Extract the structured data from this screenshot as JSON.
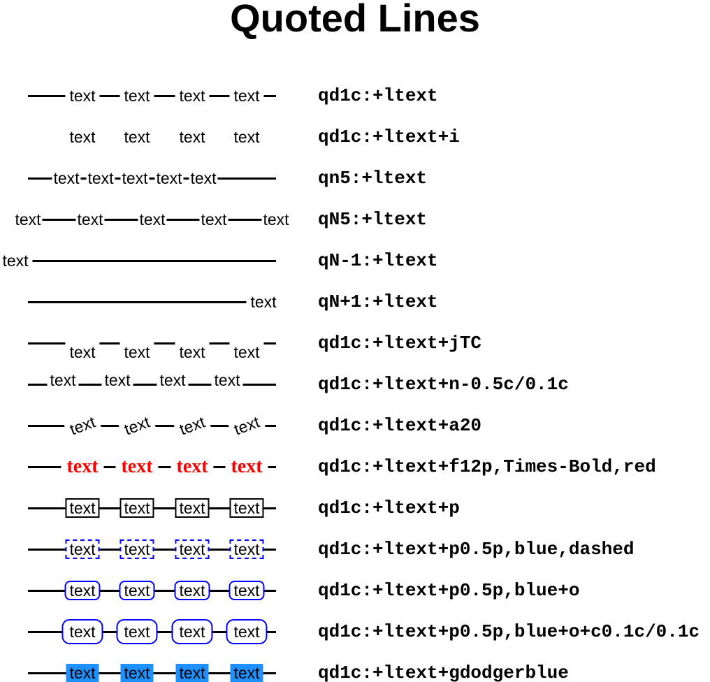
{
  "title": "Quoted Lines",
  "colors": {
    "line": "#000000",
    "red": "#ff0000",
    "blue": "#0000ff",
    "dodgerblue": "#1e90ff"
  },
  "rows": [
    {
      "code": "qd1c:+ltext",
      "text": "text",
      "variant": "plain",
      "line": [
        40,
        395
      ],
      "centers": [
        118,
        196,
        275,
        353
      ]
    },
    {
      "code": "qd1c:+ltext+i",
      "text": "text",
      "variant": "plain",
      "line": null,
      "centers": [
        118,
        196,
        275,
        353
      ]
    },
    {
      "code": "qn5:+ltext",
      "text": "text",
      "variant": "dense",
      "line": [
        40,
        395
      ],
      "centers": [
        95,
        144,
        193,
        242,
        291
      ]
    },
    {
      "code": "qN5:+ltext",
      "text": "text",
      "variant": "dense",
      "line": [
        40,
        395
      ],
      "centers": [
        40,
        129,
        218,
        306,
        395
      ]
    },
    {
      "code": "qN-1:+ltext",
      "text": "text",
      "variant": "plain",
      "line": [
        22,
        395
      ],
      "centers": [
        22
      ]
    },
    {
      "code": "qN+1:+ltext",
      "text": "text",
      "variant": "plain",
      "line": [
        40,
        377
      ],
      "centers": [
        377
      ]
    },
    {
      "code": "qd1c:+ltext+jTC",
      "text": "text",
      "variant": "below",
      "line": [
        40,
        395
      ],
      "centers": [
        118,
        196,
        275,
        353
      ]
    },
    {
      "code": "qd1c:+ltext+n-0.5c/0.1c",
      "text": "text",
      "variant": "nudge",
      "line": [
        40,
        395
      ],
      "centers": [
        90,
        168,
        247,
        325
      ]
    },
    {
      "code": "qd1c:+ltext+a20",
      "text": "text",
      "variant": "angled",
      "line": [
        40,
        395
      ],
      "centers": [
        118,
        196,
        275,
        353
      ]
    },
    {
      "code": "qd1c:+ltext+f12p,Times-Bold,red",
      "text": "text",
      "variant": "serif-red",
      "line": [
        40,
        395
      ],
      "centers": [
        118,
        196,
        275,
        353
      ],
      "text_color": "#ff0000"
    },
    {
      "code": "qd1c:+ltext+p",
      "text": "text",
      "variant": "box",
      "line": [
        40,
        395
      ],
      "centers": [
        118,
        196,
        275,
        353
      ],
      "box_color": "#000000"
    },
    {
      "code": "qd1c:+ltext+p0.5p,blue,dashed",
      "text": "text",
      "variant": "box-dashed",
      "line": [
        40,
        395
      ],
      "centers": [
        118,
        196,
        275,
        353
      ],
      "box_color": "#0000ff"
    },
    {
      "code": "qd1c:+ltext+p0.5p,blue+o",
      "text": "text",
      "variant": "box-round",
      "line": [
        40,
        395
      ],
      "centers": [
        118,
        196,
        275,
        353
      ],
      "box_color": "#0000ff"
    },
    {
      "code": "qd1c:+ltext+p0.5p,blue+o+c0.1c/0.1c",
      "text": "text",
      "variant": "box-round-pad",
      "line": [
        40,
        395
      ],
      "centers": [
        118,
        196,
        275,
        353
      ],
      "box_color": "#0000ff"
    },
    {
      "code": "qd1c:+ltext+gdodgerblue",
      "text": "text",
      "variant": "fill",
      "line": [
        40,
        395
      ],
      "centers": [
        118,
        196,
        275,
        353
      ],
      "fill": "#1e90ff"
    }
  ]
}
